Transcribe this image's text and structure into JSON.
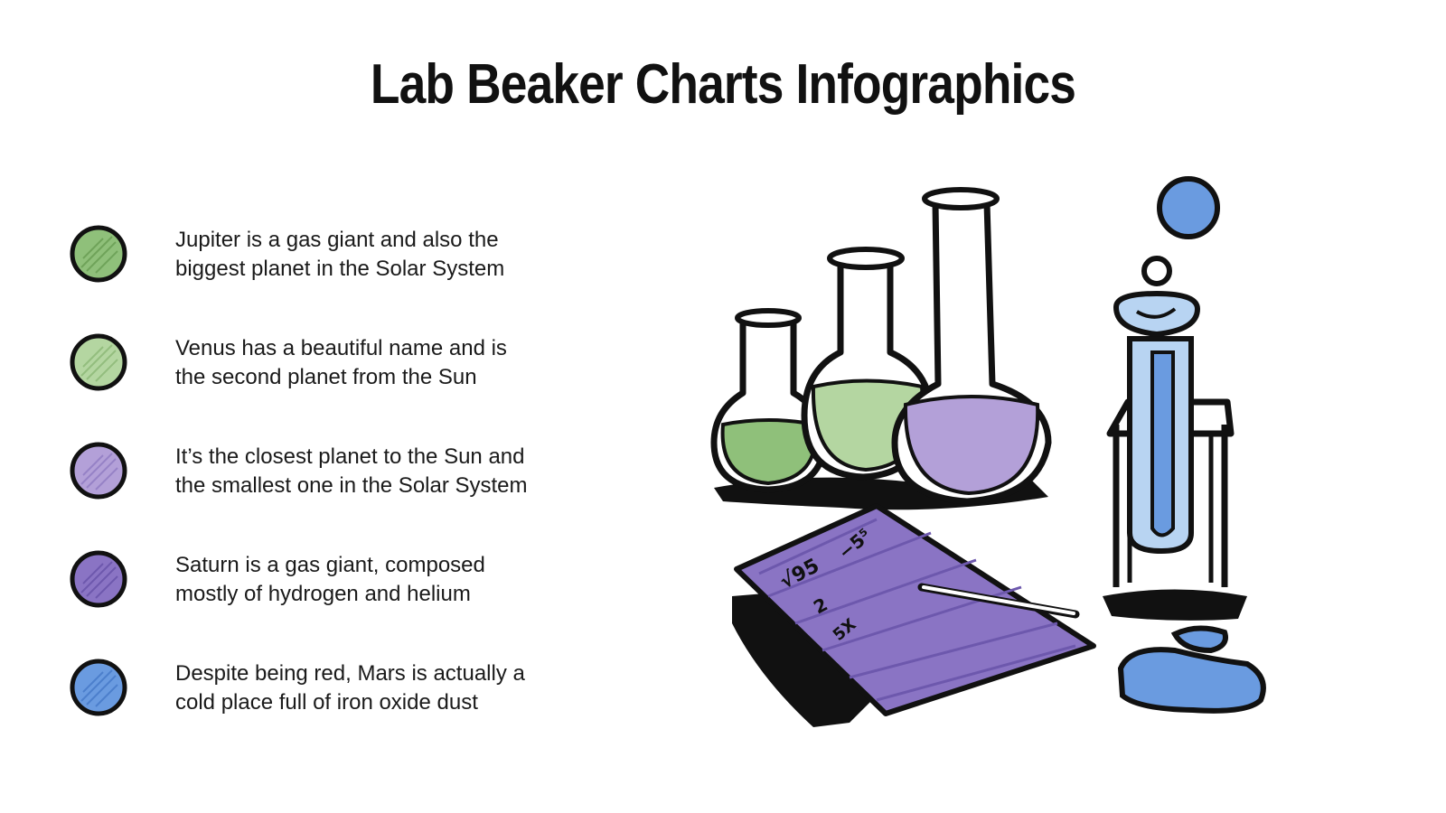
{
  "title": "Lab Beaker Charts Infographics",
  "colors": {
    "green": "#8fc07a",
    "light_green": "#b4d6a1",
    "lavender": "#b3a0d8",
    "purple": "#8a74c4",
    "blue": "#6a9be0",
    "outline": "#111111"
  },
  "items": [
    {
      "text_line1": "Jupiter is a gas giant and also the",
      "text_line2": "biggest planet in the Solar System",
      "color": "#8fc07a"
    },
    {
      "text_line1": "Venus has a beautiful name and is",
      "text_line2": "the second planet from the Sun",
      "color": "#b4d6a1"
    },
    {
      "text_line1": "It’s the closest planet to the Sun and",
      "text_line2": "the smallest one in the Solar System",
      "color": "#b3a0d8"
    },
    {
      "text_line1": "Saturn is a gas giant, composed",
      "text_line2": "mostly of hydrogen and helium",
      "color": "#8a74c4"
    },
    {
      "text_line1": "Despite being red, Mars is actually a",
      "text_line2": "cold place full of iron oxide dust",
      "color": "#6a9be0"
    }
  ],
  "paper_formula": {
    "line1": "√95",
    "line2": "2",
    "line3": "−5⁵",
    "line4": "5X"
  }
}
